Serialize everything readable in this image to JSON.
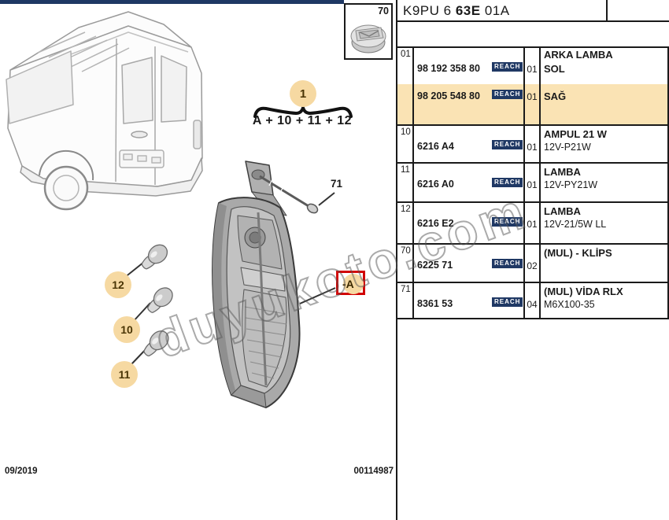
{
  "header": {
    "code_prefix": "K9PU 6",
    "code_bold": "63E",
    "code_suffix": "01A"
  },
  "clip_box": {
    "ref": "70"
  },
  "reach_label": "REACH",
  "table": {
    "row01": {
      "ref": "01",
      "variants": [
        {
          "part": "98 192 358 80",
          "qty": "01",
          "desc1": "ARKA LAMBA",
          "desc2": "SOL"
        },
        {
          "part": "98 205 548 80",
          "qty": "01",
          "desc1": "SAĞ"
        }
      ]
    },
    "rows": [
      {
        "ref": "10",
        "part": "6216 A4",
        "qty": "01",
        "desc1": "AMPUL 21 W",
        "desc2": "12V-P21W"
      },
      {
        "ref": "11",
        "part": "6216 A0",
        "qty": "01",
        "desc1": "LAMBA",
        "desc2": "12V-PY21W"
      },
      {
        "ref": "12",
        "part": "6216 E2",
        "qty": "01",
        "desc1": "LAMBA",
        "desc2": "12V-21/5W LL"
      },
      {
        "ref": "70",
        "part": "6225 71",
        "qty": "02",
        "desc1": "(MUL) - KLİPS",
        "desc2": ""
      },
      {
        "ref": "71",
        "part": "8361 53",
        "qty": "04",
        "desc1": "(MUL) VİDA RLX",
        "desc2": "M6X100-35"
      }
    ]
  },
  "diagram": {
    "group_callout": "1",
    "group_formula": "A + 10 + 11 + 12",
    "bulb_callouts": [
      "12",
      "10",
      "11"
    ],
    "screw_callout": "71",
    "assembly_callout": "-A"
  },
  "footer": {
    "date": "09/2019",
    "doc_number": "00114987"
  },
  "watermark": "duyukoto.com",
  "colors": {
    "navy": "#1f3864",
    "row_highlight": "#fae3b4",
    "callout_fill": "#f6d9a2",
    "marker_red": "#d10000"
  }
}
